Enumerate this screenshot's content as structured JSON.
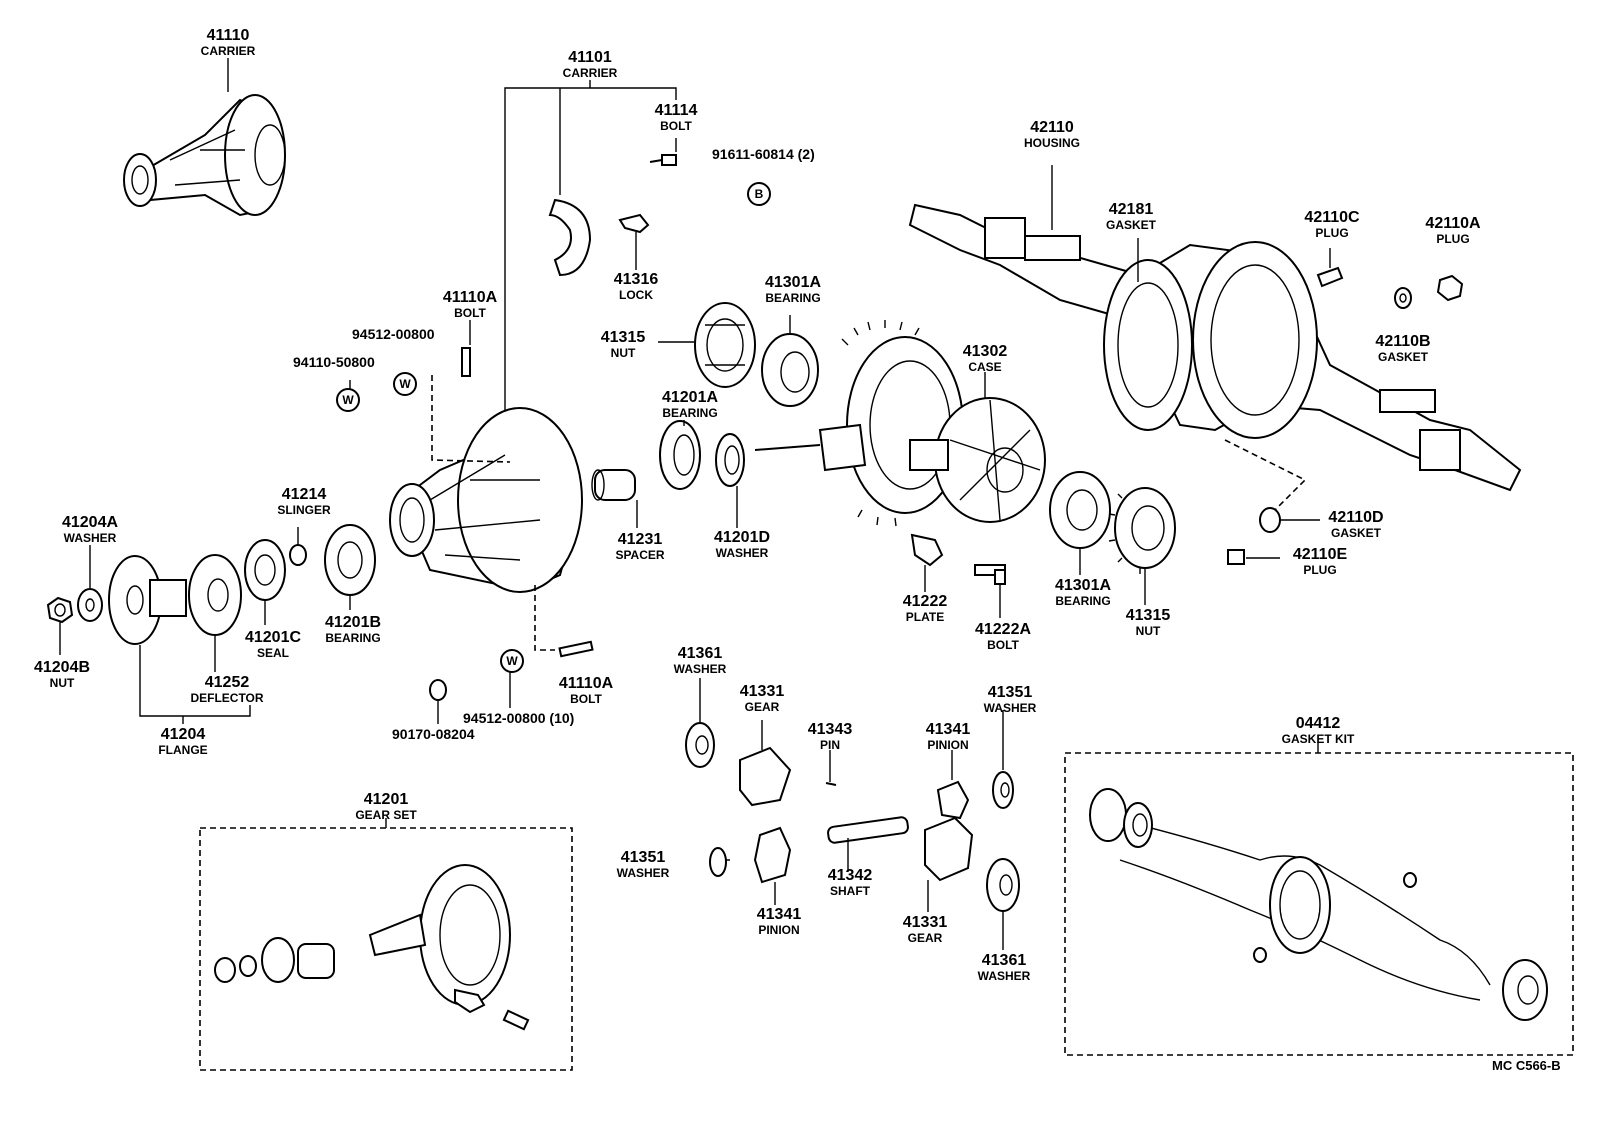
{
  "parts": {
    "p41110": {
      "num": "41110",
      "name": "CARRIER"
    },
    "p41101": {
      "num": "41101",
      "name": "CARRIER"
    },
    "p41114": {
      "num": "41114",
      "name": "BOLT"
    },
    "p91611": {
      "num": "91611-60814 (2)"
    },
    "p41316": {
      "num": "41316",
      "name": "LOCK"
    },
    "p42110": {
      "num": "42110",
      "name": "HOUSING"
    },
    "p42181": {
      "num": "42181",
      "name": "GASKET"
    },
    "p42110C": {
      "num": "42110C",
      "name": "PLUG"
    },
    "p42110A": {
      "num": "42110A",
      "name": "PLUG"
    },
    "p42110B": {
      "num": "42110B",
      "name": "GASKET"
    },
    "p41110A_top": {
      "num": "41110A",
      "name": "BOLT"
    },
    "p94512_top": {
      "num": "94512-00800"
    },
    "p94110": {
      "num": "94110-50800"
    },
    "p41315_top": {
      "num": "41315",
      "name": "NUT"
    },
    "p41301A_top": {
      "num": "41301A",
      "name": "BEARING"
    },
    "p41201A": {
      "num": "41201A",
      "name": "BEARING"
    },
    "p41302": {
      "num": "41302",
      "name": "CASE"
    },
    "p41214": {
      "num": "41214",
      "name": "SLINGER"
    },
    "p41204A": {
      "num": "41204A",
      "name": "WASHER"
    },
    "p41231": {
      "num": "41231",
      "name": "SPACER"
    },
    "p41201D": {
      "num": "41201D",
      "name": "WASHER"
    },
    "p42110D": {
      "num": "42110D",
      "name": "GASKET"
    },
    "p42110E": {
      "num": "42110E",
      "name": "PLUG"
    },
    "p41301A_bot": {
      "num": "41301A",
      "name": "BEARING"
    },
    "p41315_bot": {
      "num": "41315",
      "name": "NUT"
    },
    "p41222": {
      "num": "41222",
      "name": "PLATE"
    },
    "p41222A": {
      "num": "41222A",
      "name": "BOLT"
    },
    "p41201C": {
      "num": "41201C",
      "name": "SEAL"
    },
    "p41201B": {
      "num": "41201B",
      "name": "BEARING"
    },
    "p41204B": {
      "num": "41204B",
      "name": "NUT"
    },
    "p41252": {
      "num": "41252",
      "name": "DEFLECTOR"
    },
    "p41204": {
      "num": "41204",
      "name": "FLANGE"
    },
    "p41110A_bot": {
      "num": "41110A",
      "name": "BOLT"
    },
    "p94512_bot": {
      "num": "94512-00800 (10)"
    },
    "p90170": {
      "num": "90170-08204"
    },
    "p41361_top": {
      "num": "41361",
      "name": "WASHER"
    },
    "p41331_top": {
      "num": "41331",
      "name": "GEAR"
    },
    "p41343": {
      "num": "41343",
      "name": "PIN"
    },
    "p41341_top": {
      "num": "41341",
      "name": "PINION"
    },
    "p41351_top": {
      "num": "41351",
      "name": "WASHER"
    },
    "p41351_bot": {
      "num": "41351",
      "name": "WASHER"
    },
    "p41342": {
      "num": "41342",
      "name": "SHAFT"
    },
    "p41341_bot": {
      "num": "41341",
      "name": "PINION"
    },
    "p41331_bot": {
      "num": "41331",
      "name": "GEAR"
    },
    "p41361_bot": {
      "num": "41361",
      "name": "WASHER"
    },
    "p41201": {
      "num": "41201",
      "name": "GEAR SET"
    },
    "p04412": {
      "num": "04412",
      "name": "GASKET KIT"
    }
  },
  "markers": {
    "b": "B",
    "w": "W"
  },
  "ref_code": "MC  C566-B"
}
